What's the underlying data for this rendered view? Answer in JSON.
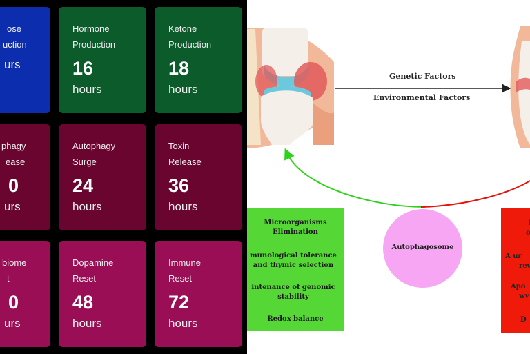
{
  "fasting_timeline": {
    "tiles": [
      {
        "line1": "ose",
        "line2": "uction",
        "value": "",
        "unit": "urs",
        "color": "#0b2dae"
      },
      {
        "line1": "Hormone",
        "line2": "Production",
        "value": "16",
        "unit": "hours",
        "color": "#0c5b2b"
      },
      {
        "line1": "Ketone",
        "line2": "Production",
        "value": "18",
        "unit": "hours",
        "color": "#0c5b2b"
      },
      {
        "line1": "phagy",
        "line2": "ease",
        "value": "0",
        "unit": "urs",
        "color": "#6a0530"
      },
      {
        "line1": "Autophagy",
        "line2": "Surge",
        "value": "24",
        "unit": "hours",
        "color": "#6a0530"
      },
      {
        "line1": "Toxin",
        "line2": "Release",
        "value": "36",
        "unit": "hours",
        "color": "#6a0530"
      },
      {
        "line1": "biome",
        "line2": "t",
        "value": "0",
        "unit": "urs",
        "color": "#9a0e55"
      },
      {
        "line1": "Dopamine",
        "line2": "Reset",
        "value": "48",
        "unit": "hours",
        "color": "#9a0e55"
      },
      {
        "line1": "Immune",
        "line2": "Reset",
        "value": "72",
        "unit": "hours",
        "color": "#9a0e55"
      }
    ]
  },
  "diagram": {
    "arrow_top_label": "Genetic Factors",
    "arrow_bottom_label": "Environmental Factors",
    "center_node": "Autophagosome",
    "green_box_items": [
      "Microorganisms",
      "Elimination",
      "munological tolerance",
      "and thymic selection",
      "intenance of genomic",
      "stability",
      "Redox balance"
    ],
    "red_box_items": [
      "I",
      "on",
      "A ur",
      "rev",
      "Apo",
      "wy",
      "D"
    ],
    "colors": {
      "green_arc": "#2fd21a",
      "red_arc": "#e8100a",
      "green_box": "#55d836",
      "red_box": "#f01a0a",
      "node": "#f6a6f2"
    }
  }
}
